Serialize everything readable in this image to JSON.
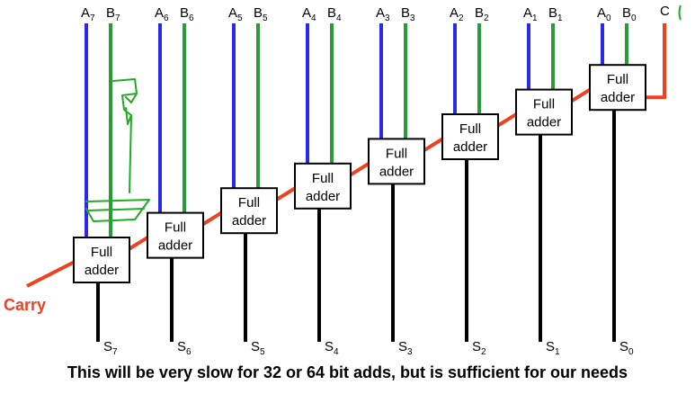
{
  "diagram": {
    "colors": {
      "a_wire": "#2a2ae6",
      "b_wire": "#2a9a3a",
      "carry_wire": "#f04020",
      "sum_wire": "#000000",
      "scribble": "#22aa22"
    },
    "carry_in_label": "C",
    "carry_label": "Carry",
    "adder_label_line1": "Full",
    "adder_label_line2": "adder",
    "stages": [
      {
        "a": "A",
        "a_sub": "7",
        "b": "B",
        "b_sub": "7",
        "s": "S",
        "s_sub": "7"
      },
      {
        "a": "A",
        "a_sub": "6",
        "b": "B",
        "b_sub": "6",
        "s": "S",
        "s_sub": "6"
      },
      {
        "a": "A",
        "a_sub": "5",
        "b": "B",
        "b_sub": "5",
        "s": "S",
        "s_sub": "5"
      },
      {
        "a": "A",
        "a_sub": "4",
        "b": "B",
        "b_sub": "4",
        "s": "S",
        "s_sub": "4"
      },
      {
        "a": "A",
        "a_sub": "3",
        "b": "B",
        "b_sub": "3",
        "s": "S",
        "s_sub": "3"
      },
      {
        "a": "A",
        "a_sub": "2",
        "b": "B",
        "b_sub": "2",
        "s": "S",
        "s_sub": "2"
      },
      {
        "a": "A",
        "a_sub": "1",
        "b": "B",
        "b_sub": "1",
        "s": "S",
        "s_sub": "1"
      },
      {
        "a": "A",
        "a_sub": "0",
        "b": "B",
        "b_sub": "0",
        "s": "S",
        "s_sub": "0"
      }
    ]
  },
  "caption": "This will be very slow for 32 or 64 bit adds, but is sufficient for our needs"
}
